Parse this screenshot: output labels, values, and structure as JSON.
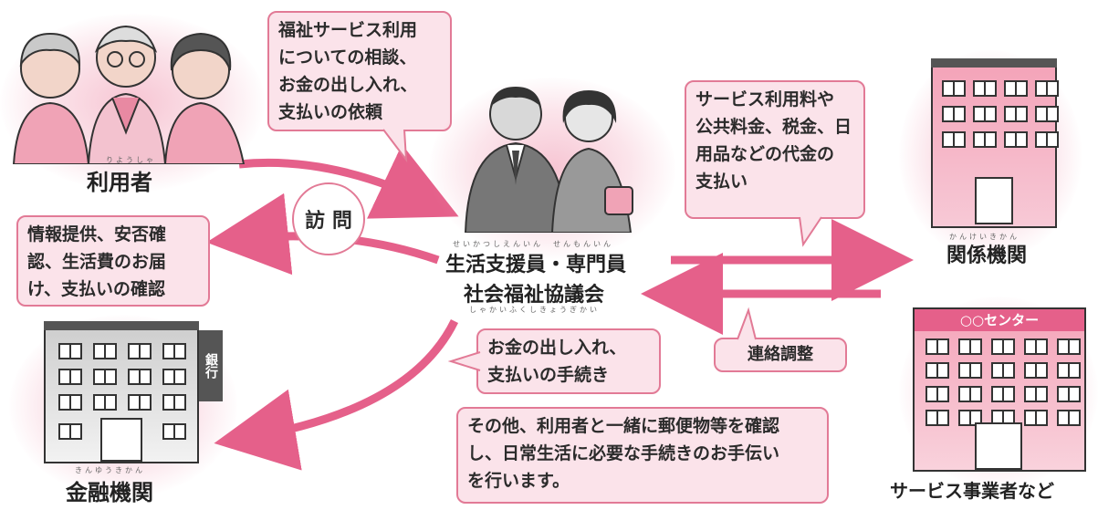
{
  "nodes": {
    "user": "利用者",
    "user_ruby": "りようしゃ",
    "center_line1": "生活支援員・専門員",
    "center_line1_ruby": "せいかつしえんいん　せんもんいん",
    "center_line2": "社会福祉協議会",
    "center_line2_ruby": "しゃかいふくしきょうぎかい",
    "agencies": "関係機関",
    "agencies_ruby": "かんけいきかん",
    "bank": "金融機関",
    "bank_ruby": "きんゆうきかん",
    "bank_sign": "銀行",
    "providers": "サービス事業者など",
    "center_sign": "○○センター"
  },
  "callouts": {
    "request": [
      "福祉サービス利用",
      "についての相談、",
      "お金の出し入れ、",
      "支払いの依頼"
    ],
    "visit": "訪 問",
    "info": [
      "情報提供、安否確",
      "認、生活費のお届",
      "け、支払いの確認"
    ],
    "payments": [
      "サービス利用料や",
      "公共料金、税金、日",
      "用品などの代金の",
      "支払い"
    ],
    "liaison": "連絡調整",
    "bank_procedure": [
      "お金の出し入れ、",
      "支払いの手続き"
    ],
    "other": [
      "その他、利用者と一緒に郵便物等を確認",
      "し、日常生活に必要な手続きのお手伝い",
      "を行います。"
    ]
  },
  "colors": {
    "accent": "#e5608a",
    "callout_fill": "#fbe3ea",
    "callout_border": "#e27a96"
  }
}
